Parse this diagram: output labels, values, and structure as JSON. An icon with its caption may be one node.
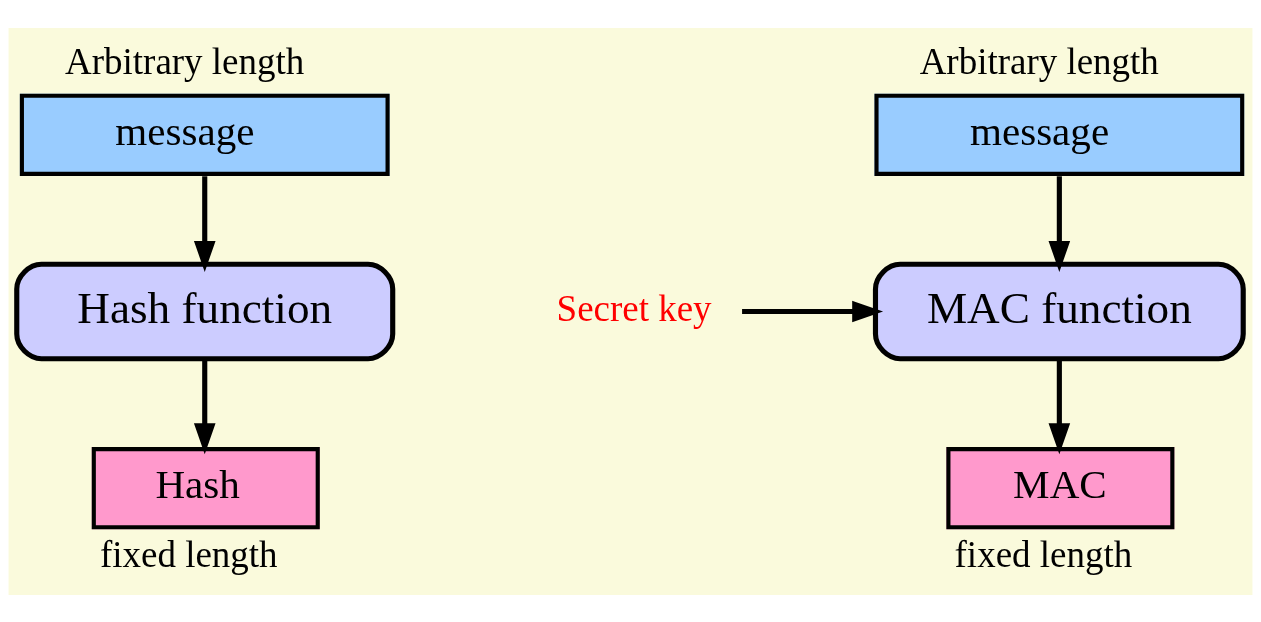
{
  "diagram": {
    "nodes": [
      {
        "text": [
          "message"
        ],
        "beside": [
          "Arbitrary length"
        ]
      },
      {
        "text": [
          "Hash function"
        ]
      },
      {
        "text": [
          "Hash"
        ],
        "beside": [
          "fixed length"
        ]
      },
      {
        "text": [
          "message"
        ],
        "beside": [
          "Arbitrary length"
        ]
      },
      {
        "text": [
          "MAC function"
        ]
      },
      {
        "text": [
          "MAC"
        ],
        "beside": [
          "fixed length"
        ]
      },
      {
        "text": [
          "Secret key"
        ]
      }
    ],
    "edges": [
      {
        "from": 0,
        "to": 1,
        "arrow": "to"
      },
      {
        "from": 1,
        "to": 2,
        "arrow": "to"
      },
      {
        "from": 3,
        "to": 4,
        "arrow": "to"
      },
      {
        "from": 6,
        "to": 4,
        "arrow": "to"
      },
      {
        "from": 4,
        "to": 5,
        "arrow": "to"
      }
    ]
  }
}
